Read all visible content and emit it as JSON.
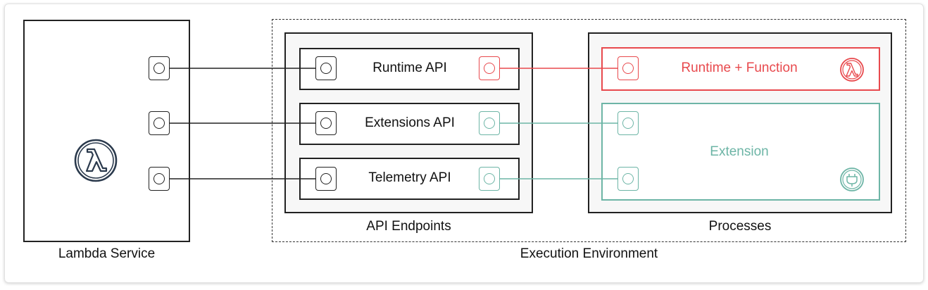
{
  "diagram": {
    "lambda_service": {
      "label": "Lambda Service"
    },
    "execution_environment": {
      "label": "Execution Environment"
    },
    "api_endpoints": {
      "label": "API Endpoints",
      "items": [
        {
          "label": "Runtime API"
        },
        {
          "label": "Extensions API"
        },
        {
          "label": "Telemetry API"
        }
      ]
    },
    "processes": {
      "label": "Processes",
      "runtime_function": {
        "label": "Runtime + Function"
      },
      "extension": {
        "label": "Extension"
      }
    },
    "colors": {
      "dark": "#222222",
      "red": "#e8494d",
      "teal": "#6db5a6",
      "panel": "#f7f7f7"
    },
    "icons": {
      "lambda": "lambda-icon",
      "plug": "plug-icon"
    }
  }
}
